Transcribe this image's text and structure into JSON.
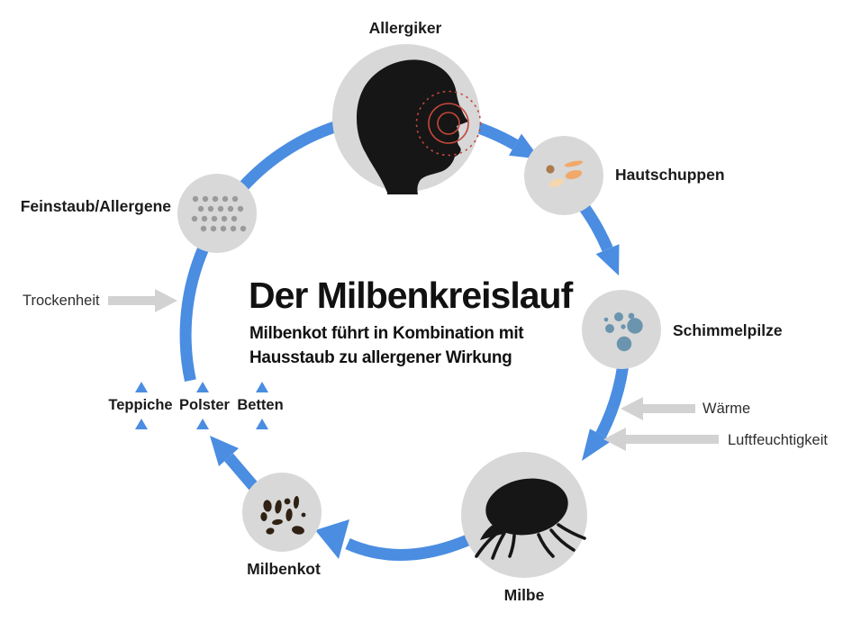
{
  "diagram": {
    "title": "Der Milbenkreislauf",
    "subtitle_line1": "Milbenkot führt in Kombination mit",
    "subtitle_line2": "Hausstaub zu allergener Wirkung",
    "nodes": [
      {
        "id": "allergiker",
        "label": "Allergiker",
        "icon": "head-profile-icon"
      },
      {
        "id": "hautschuppen",
        "label": "Hautschuppen",
        "icon": "skin-flakes-icon"
      },
      {
        "id": "schimmelpilze",
        "label": "Schimmelpilze",
        "icon": "mold-spores-icon"
      },
      {
        "id": "milbe",
        "label": "Milbe",
        "icon": "mite-icon"
      },
      {
        "id": "milbenkot",
        "label": "Milbenkot",
        "icon": "droppings-icon"
      },
      {
        "id": "feinstaub",
        "label": "Feinstaub/Allergene",
        "icon": "dust-particles-icon"
      }
    ],
    "cycle_order": [
      "Allergiker",
      "Hautschuppen",
      "Schimmelpilze",
      "Milbe",
      "Milbenkot",
      "Feinstaub/Allergene"
    ],
    "influences": [
      {
        "id": "trockenheit",
        "label": "Trockenheit",
        "arrow_direction": "right",
        "target": "cycle-left"
      },
      {
        "id": "waerme",
        "label": "Wärme",
        "arrow_direction": "left",
        "target": "milbe"
      },
      {
        "id": "luftfeuchtigkeit",
        "label": "Luftfeuchtigkeit",
        "arrow_direction": "left",
        "target": "milbe"
      }
    ],
    "locations": [
      "Teppiche",
      "Polster",
      "Betten"
    ],
    "colors": {
      "cycle_blue": "#4a8de1",
      "node_gray": "#d8d8d8",
      "influence_arrow_gray": "#d2d2d2",
      "alert_red": "#c4473b",
      "mold_blue": "#6b94ae",
      "skin_flake_orange": "#f0a96b",
      "skin_flake_light": "#f5d7ae",
      "skin_flake_brown": "#aa7b4e",
      "droppings_brown": "#2f2113",
      "dust_gray": "#9a9a9a",
      "silhouette_black": "#161616"
    }
  }
}
